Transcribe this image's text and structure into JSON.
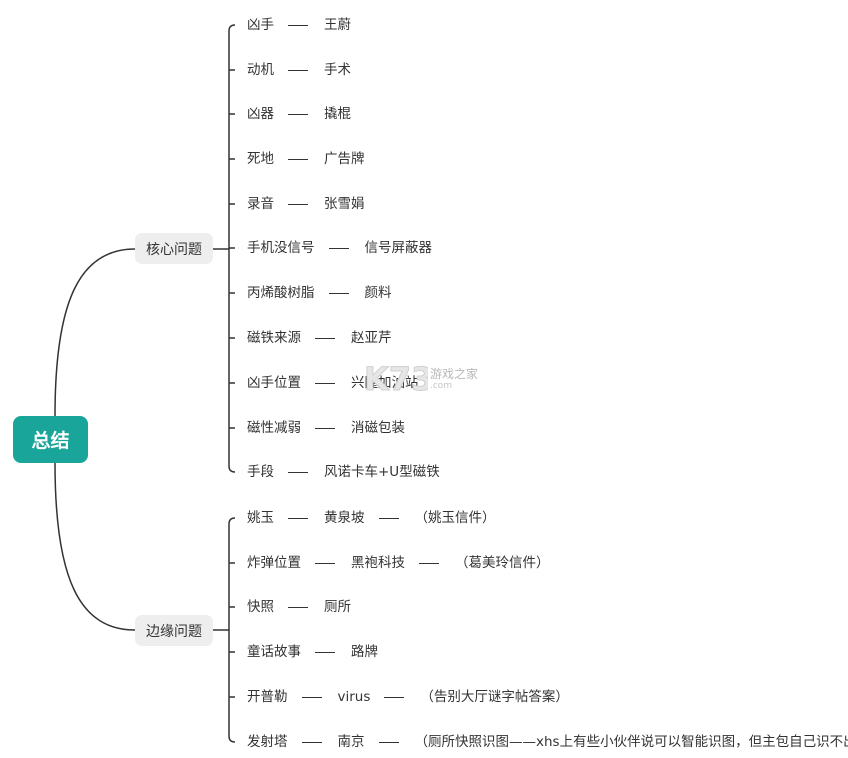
{
  "root": {
    "label": "总结"
  },
  "branches": [
    {
      "label": "核心问题",
      "items": [
        [
          "凶手",
          "王蔚"
        ],
        [
          "动机",
          "手术"
        ],
        [
          "凶器",
          "撬棍"
        ],
        [
          "死地",
          "广告牌"
        ],
        [
          "录音",
          "张雪娟"
        ],
        [
          "手机没信号",
          "信号屏蔽器"
        ],
        [
          "丙烯酸树脂",
          "颜料"
        ],
        [
          "磁铁来源",
          "赵亚芹"
        ],
        [
          "凶手位置",
          "兴隆加油站"
        ],
        [
          "磁性减弱",
          "消磁包装"
        ],
        [
          "手段",
          "风诺卡车+U型磁铁"
        ]
      ]
    },
    {
      "label": "边缘问题",
      "items": [
        [
          "姚玉",
          "黄泉坡",
          "（姚玉信件）"
        ],
        [
          "炸弹位置",
          "黑袍科技",
          "（葛美玲信件）"
        ],
        [
          "快照",
          "厕所"
        ],
        [
          "童话故事",
          "路牌"
        ],
        [
          "开普勒",
          "virus",
          "（告别大厅谜字帖答案）"
        ],
        [
          "发射塔",
          "南京",
          "（厕所快照识图——xhs上有些小伙伴说可以智能识图，但主包自己识不出）"
        ]
      ]
    }
  ],
  "watermark": {
    "logo": "K73",
    "text": "游戏之家",
    "sub": ".com"
  },
  "colors": {
    "root": "#1aa59b",
    "branch_bg": "#eeeeee",
    "line": "#333333",
    "text": "#333333"
  }
}
